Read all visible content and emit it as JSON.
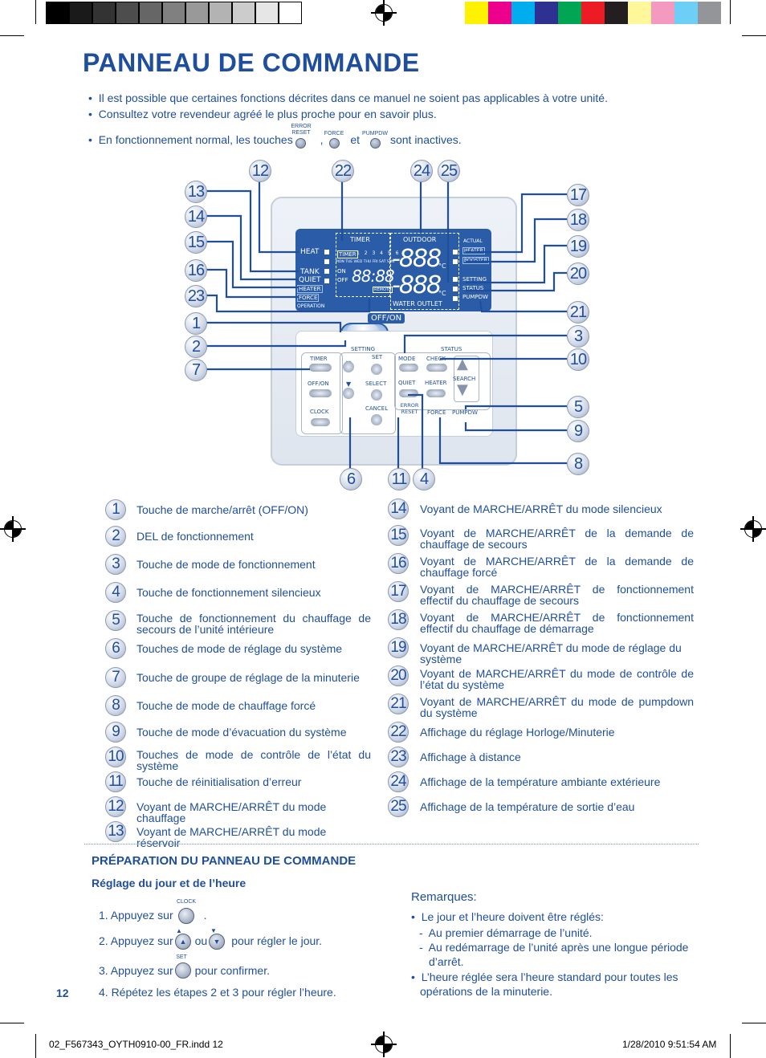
{
  "print_marks": {
    "swatches_gray": [
      "#000000",
      "#1a1a1a",
      "#333333",
      "#4d4d4d",
      "#666666",
      "#808080",
      "#999999",
      "#b3b3b3",
      "#cccccc",
      "#e6e6e6",
      "#ffffff"
    ],
    "swatches_color": [
      "#fff200",
      "#ec008c",
      "#00aeef",
      "#2e3192",
      "#00a651",
      "#ed1c24",
      "#231f20",
      "#fff799",
      "#f49ac1",
      "#6dcff6",
      "#939598"
    ]
  },
  "title": "PANNEAU DE COMMANDE",
  "bullets": [
    "Il est possible que certaines fonctions décrites dans ce manuel ne soient pas applicables à votre unité.",
    "Consultez votre revendeur agréé le plus proche pour en savoir plus."
  ],
  "inactive_line": {
    "prefix": "En fonctionnement normal, les touches",
    "comma": ",",
    "and": "et",
    "suffix": "sont inactives.",
    "btn1_label": "ERROR RESET",
    "btn2_label": "FORCE",
    "btn3_label": "PUMPDW"
  },
  "panel": {
    "lcd": {
      "heat": "HEAT",
      "tank": "TANK",
      "quiet": "QUIET",
      "heater": "HEATER",
      "force": "FORCE",
      "operation": "OPERATION",
      "timer_header": "TIMER",
      "timer_badge": "TIMER",
      "weekdays": "MON TUE WED THU FRI SAT SUN",
      "day_numbers": "1 2 3 4 5 6",
      "on": "ON",
      "off": "OFF",
      "clock_digits": "88:88",
      "remote": "REMOTE",
      "outdoor": "OUTDOOR",
      "water_outlet": "WATER OUTLET",
      "temp_digits_top": "-888",
      "temp_digits_bottom": "-888",
      "deg": "°C",
      "actual": "ACTUAL",
      "heater_r": "HEATER",
      "booster": "BOOSTER",
      "setting": "SETTING",
      "status": "STATUS",
      "pumpdw": "PUMPDW"
    },
    "offon": "OFF/ON",
    "keys": {
      "setting_group": "SETTING",
      "status_group": "STATUS",
      "timer": "TIMER",
      "offon": "OFF/ON",
      "clock": "CLOCK",
      "set": "SET",
      "select": "SELECT",
      "cancel": "CANCEL",
      "mode": "MODE",
      "check": "CHECK",
      "quiet": "QUIET",
      "heater": "HEATER",
      "search": "SEARCH",
      "error_reset": "ERROR RESET",
      "force": "FORCE",
      "pumpdw": "PUMPDW"
    }
  },
  "callouts": {
    "top": [
      "12",
      "22",
      "24",
      "25"
    ],
    "left": [
      "13",
      "14",
      "15",
      "16",
      "23",
      "1",
      "2",
      "7"
    ],
    "right": [
      "17",
      "18",
      "19",
      "20",
      "21",
      "3",
      "10",
      "5",
      "9",
      "8"
    ],
    "bottom": [
      "6",
      "11",
      "4"
    ]
  },
  "legend_left": [
    {
      "n": "1",
      "text": "Touche de marche/arrêt (OFF/ON)"
    },
    {
      "n": "2",
      "text": "DEL de fonctionnement"
    },
    {
      "n": "3",
      "text": "Touche de mode de fonctionnement"
    },
    {
      "n": "4",
      "text": "Touche de fonctionnement silencieux"
    },
    {
      "n": "5",
      "text": "Touche de fonctionnement du chauffage de secours de l’unité intérieure"
    },
    {
      "n": "6",
      "text": "Touches de mode de réglage du système"
    },
    {
      "n": "7",
      "text": "Touche de groupe de réglage de la minuterie"
    },
    {
      "n": "8",
      "text": "Touche de mode de chauffage forcé"
    },
    {
      "n": "9",
      "text": "Touche de mode d’évacuation du système"
    },
    {
      "n": "10",
      "text": "Touches de mode de contrôle de l’état du système"
    },
    {
      "n": "11",
      "text": "Touche de réinitialisation d’erreur"
    },
    {
      "n": "12",
      "text": "Voyant de MARCHE/ARRÊT du mode chauffage"
    },
    {
      "n": "13",
      "text": "Voyant de MARCHE/ARRÊT du mode réservoir"
    }
  ],
  "legend_right": [
    {
      "n": "14",
      "text": "Voyant de MARCHE/ARRÊT du mode silencieux"
    },
    {
      "n": "15",
      "text": "Voyant de MARCHE/ARRÊT de la demande de chauffage de secours"
    },
    {
      "n": "16",
      "text": "Voyant de MARCHE/ARRÊT de la demande de chauffage forcé"
    },
    {
      "n": "17",
      "text": "Voyant de MARCHE/ARRÊT de fonctionnement effectif du chauffage de secours"
    },
    {
      "n": "18",
      "text": "Voyant de MARCHE/ARRÊT de fonctionnement effectif du chauffage de démarrage"
    },
    {
      "n": "19",
      "text": "Voyant de MARCHE/ARRÊT du mode de réglage du système"
    },
    {
      "n": "20",
      "text": "Voyant de MARCHE/ARRÊT du mode de contrôle de l’état du système"
    },
    {
      "n": "21",
      "text": "Voyant de MARCHE/ARRÊT du mode de pumpdown du système"
    },
    {
      "n": "22",
      "text": "Affichage du réglage Horloge/Minuterie"
    },
    {
      "n": "23",
      "text": "Affichage à distance"
    },
    {
      "n": "24",
      "text": "Affichage de la température ambiante extérieure"
    },
    {
      "n": "25",
      "text": "Affichage de la température de sortie d’eau"
    }
  ],
  "prep": {
    "heading": "PRÉPARATION DU PANNEAU DE COMMANDE",
    "subheading": "Réglage du jour et de l’heure",
    "step1_prefix": "1. Appuyez sur",
    "step1_suffix": ".",
    "step1_btn": "CLOCK",
    "step2_prefix": "2. Appuyez sur",
    "step2_or": "ou",
    "step2_suffix": "pour régler le jour.",
    "step3_prefix": "3. Appuyez sur",
    "step3_suffix": "pour confirmer.",
    "step3_btn": "SET",
    "step4": "4. Répétez les étapes 2 et 3 pour régler l’heure."
  },
  "remarks": {
    "heading": "Remarques:",
    "b1": "Le jour et l’heure doivent être réglés:",
    "d1": "Au premier démarrage de l’unité.",
    "d2a": "Au redémarrage de l’unité après une longue période",
    "d2b": "d’arrêt.",
    "b2a": "L’heure réglée sera l’heure standard pour toutes les",
    "b2b": "opérations de la minuterie."
  },
  "page_number": "12",
  "footer": {
    "file": "02_F567343_OYTH0910-00_FR.indd   12",
    "date": "1/28/2010   9:51:54 AM"
  }
}
